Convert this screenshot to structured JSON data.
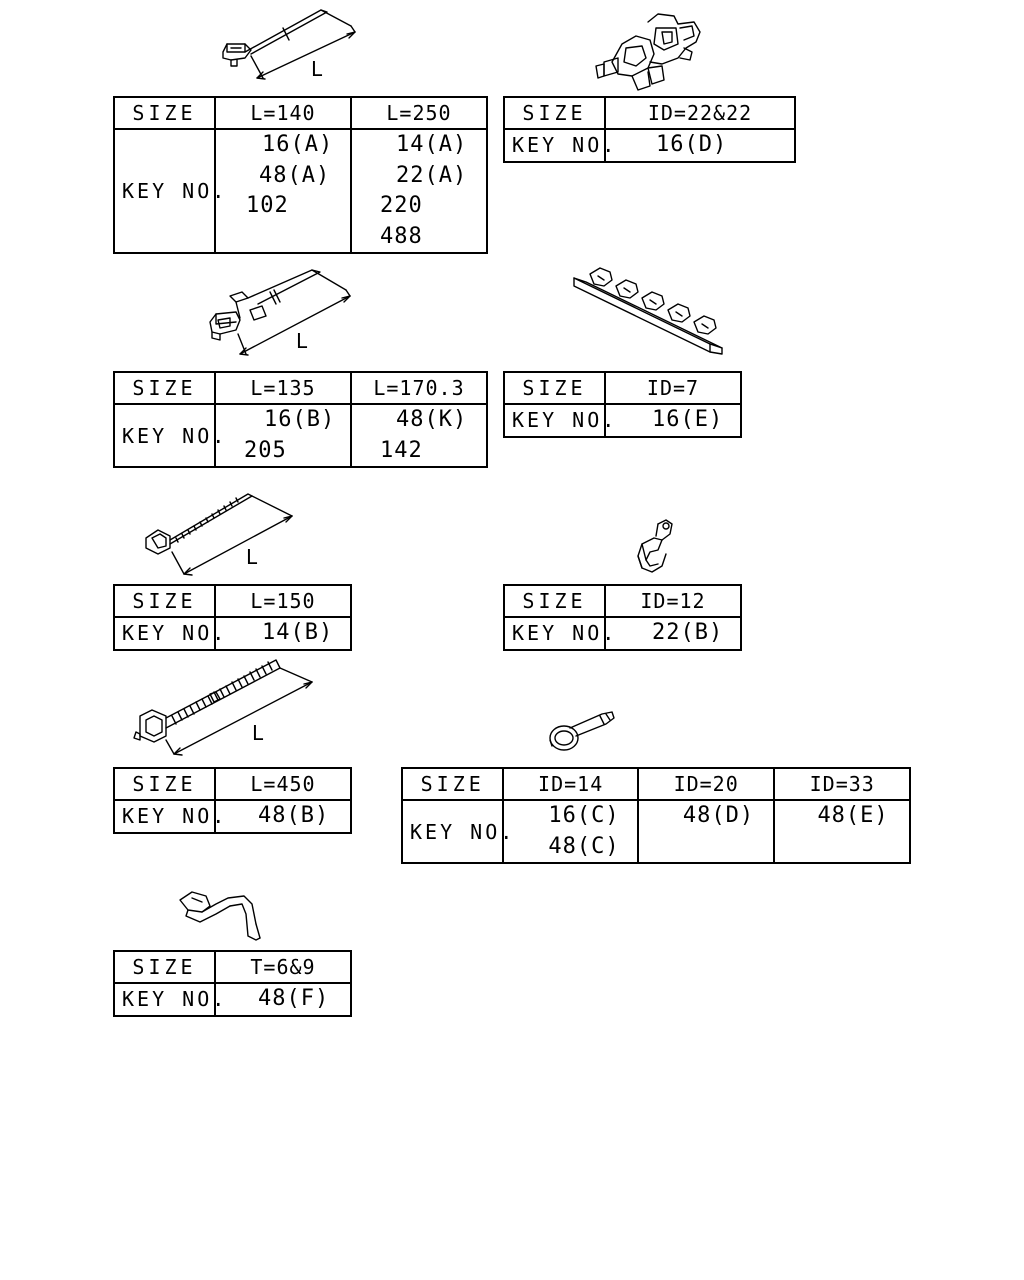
{
  "parts": [
    {
      "illustration": "cable-tie-clip-icon",
      "dimension_label": "L",
      "size_label": "SIZE",
      "key_label": "KEY NO.",
      "columns": [
        {
          "size": "L=140",
          "keys": [
            "16(A)",
            "48(A)",
            "102"
          ]
        },
        {
          "size": "L=250",
          "keys": [
            "14(A)",
            "22(A)",
            "220",
            "488"
          ]
        }
      ]
    },
    {
      "illustration": "double-hose-clamp-icon",
      "size_label": "SIZE",
      "key_label": "KEY NO.",
      "columns": [
        {
          "size": "ID=22&22",
          "keys": [
            "16(D)"
          ]
        }
      ]
    },
    {
      "illustration": "cable-tie-mount-clip-icon",
      "dimension_label": "L",
      "size_label": "SIZE",
      "key_label": "KEY NO.",
      "columns": [
        {
          "size": "L=135",
          "keys": [
            "16(B)",
            "205"
          ]
        },
        {
          "size": "L=170.3",
          "keys": [
            "48(K)",
            "142"
          ]
        }
      ]
    },
    {
      "illustration": "multi-pipe-clamp-icon",
      "size_label": "SIZE",
      "key_label": "KEY NO.",
      "columns": [
        {
          "size": "ID=7",
          "keys": [
            "16(E)"
          ]
        }
      ]
    },
    {
      "illustration": "cable-tie-icon",
      "dimension_label": "L",
      "size_label": "SIZE",
      "key_label": "KEY NO.",
      "columns": [
        {
          "size": "L=150",
          "keys": [
            "14(B)"
          ]
        }
      ]
    },
    {
      "illustration": "hose-clip-icon",
      "size_label": "SIZE",
      "key_label": "KEY NO.",
      "columns": [
        {
          "size": "ID=12",
          "keys": [
            "22(B)"
          ]
        }
      ]
    },
    {
      "illustration": "wide-cable-tie-icon",
      "dimension_label": "L",
      "size_label": "SIZE",
      "key_label": "KEY NO.",
      "columns": [
        {
          "size": "L=450",
          "keys": [
            "48(B)"
          ]
        }
      ]
    },
    {
      "illustration": "ring-clamp-icon",
      "size_label": "SIZE",
      "key_label": "KEY NO.",
      "columns": [
        {
          "size": "ID=14",
          "keys": [
            "16(C)",
            "48(C)"
          ]
        },
        {
          "size": "ID=20",
          "keys": [
            "48(D)"
          ]
        },
        {
          "size": "ID=33",
          "keys": [
            "48(E)"
          ]
        }
      ]
    },
    {
      "illustration": "spring-clip-icon",
      "size_label": "SIZE",
      "key_label": "KEY NO.",
      "columns": [
        {
          "size": "T=6&9",
          "keys": [
            "48(F)"
          ]
        }
      ]
    }
  ]
}
